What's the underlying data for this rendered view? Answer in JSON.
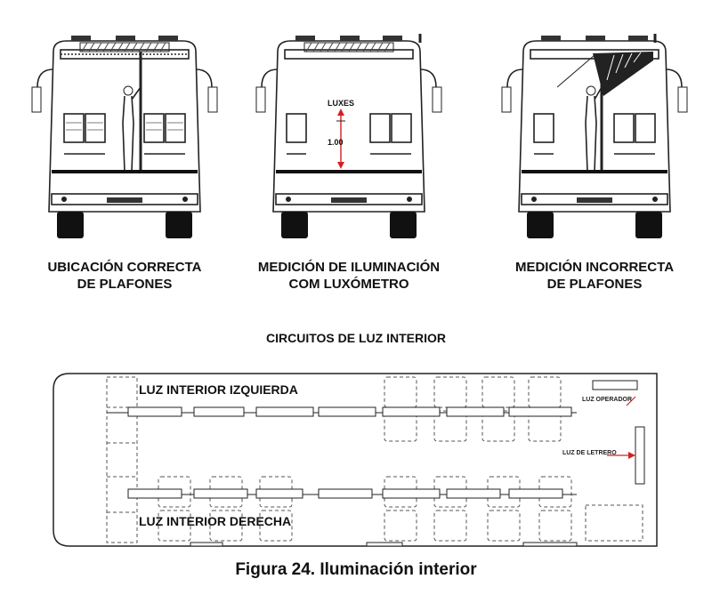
{
  "figure": {
    "buses": [
      {
        "caption_line1": "UBICACIÓN CORRECTA",
        "caption_line2": "DE PLAFONES"
      },
      {
        "caption_line1": "MEDICIÓN DE ILUMINACIÓN",
        "caption_line2": "COM LUXÓMETRO",
        "luxes_label": "LUXES",
        "height_label": "1.00"
      },
      {
        "caption_line1": "MEDICIÓN INCORRECTA",
        "caption_line2": "DE PLAFONES"
      }
    ],
    "section_title": "CIRCUITOS DE LUZ INTERIOR",
    "plan": {
      "left_label": "LUZ INTERIOR IZQUIERDA",
      "right_label": "LUZ INTERIOR DERECHA",
      "operator_label": "LUZ OPERADOR",
      "sign_label": "LUZ DE LETRERO"
    },
    "caption": "Figura 24. Iluminación interior",
    "colors": {
      "line": "#222222",
      "arrow_red": "#d42020"
    }
  }
}
